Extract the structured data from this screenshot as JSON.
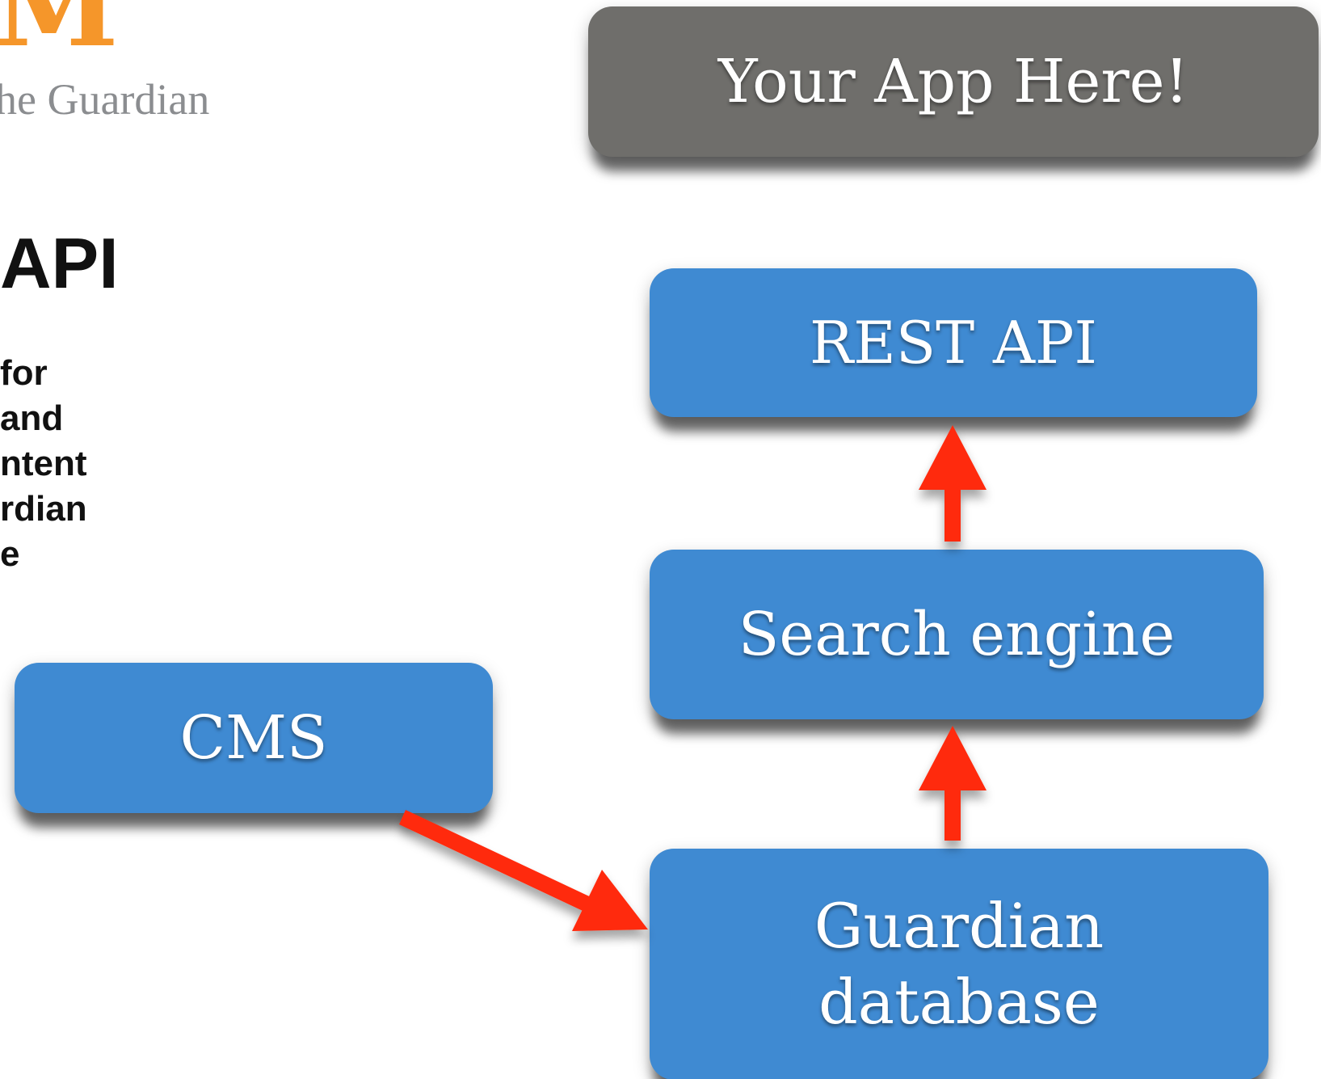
{
  "logo": {
    "mark": "M",
    "text": "he Guardian"
  },
  "title": "API",
  "body_lines": [
    "for",
    "and",
    "ntent",
    "rdian",
    "e"
  ],
  "boxes": {
    "app": "Your App Here!",
    "rest_api": "REST API",
    "search_engine": "Search engine",
    "database_line1": "Guardian",
    "database_line2": "database",
    "cms": "CMS"
  },
  "colors": {
    "box_blue": "#3f8ad2",
    "box_gray": "#6f6e6b",
    "arrow_red": "#ff2a0e",
    "logo_orange": "#f5962a"
  }
}
